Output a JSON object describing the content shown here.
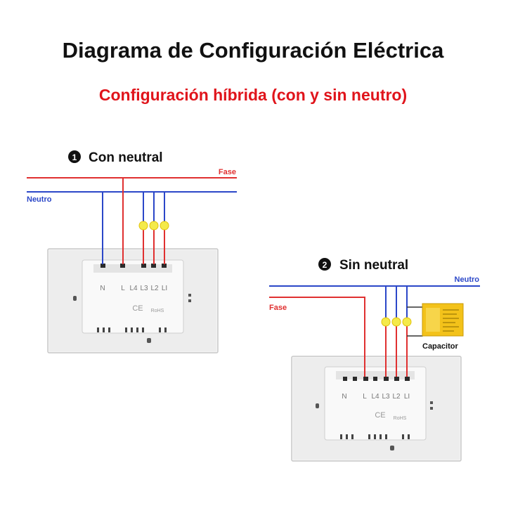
{
  "title": "Diagrama de Configuración Eléctrica",
  "subtitle": "Configuración híbrida (con y sin neutro)",
  "colors": {
    "fase": "#e03030",
    "neutro": "#2b47c8",
    "capacitor": "#f3c21a",
    "title": "#111111",
    "subtitle": "#e0141b"
  },
  "diagram1": {
    "marker": "❶",
    "heading": "Con neutral",
    "fase_label": "Fase",
    "neutro_label": "Neutro",
    "terminals": [
      "N",
      "L",
      "L4",
      "L3",
      "L2",
      "LI"
    ],
    "ce": "CE",
    "rohs": "RoHS"
  },
  "diagram2": {
    "marker": "❷",
    "heading": "Sin neutral",
    "fase_label": "Fase",
    "neutro_label": "Neutro",
    "capacitor_label": "Capacitor",
    "terminals": [
      "N",
      "L",
      "L4",
      "L3",
      "L2",
      "LI"
    ],
    "ce": "CE",
    "rohs": "RoHS"
  }
}
